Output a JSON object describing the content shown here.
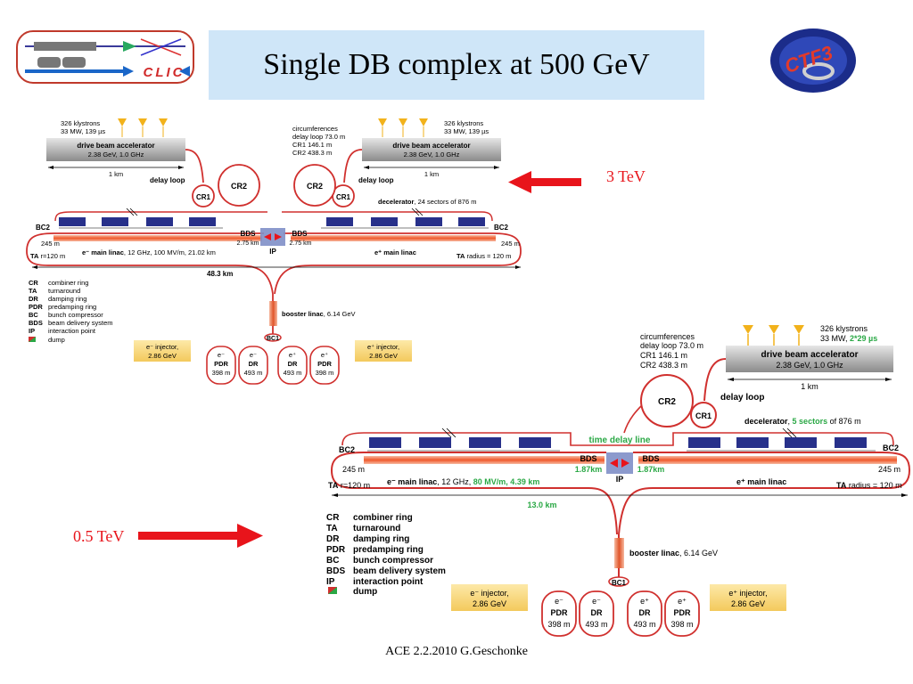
{
  "slide": {
    "title": "Single DB complex at 500 GeV",
    "footer": "ACE 2.2.2010 G.Geschonke",
    "label_3tev": "3 TeV",
    "label_05tev": "0.5 TeV",
    "clic_logo_text": "CLIC",
    "ctf3_logo_text": "CTF3"
  },
  "colors": {
    "accent_red": "#e8141b",
    "title_bg": "#cfe6f8",
    "ring_red": "#d0302e",
    "green": "#2aa845",
    "module_blue": "#27308a",
    "injector_yellow": "#f5d57a"
  },
  "top": {
    "klystrons": "326 klystrons",
    "klystron_power": "33 MW, 139 µs",
    "dba": "drive beam accelerator",
    "dba_params": "2.38 GeV, 1.0 GHz",
    "km": "1 km",
    "delay_loop": "delay loop",
    "cr1": "CR1",
    "cr2": "CR2",
    "circ_head": "circumferences",
    "circ_delay": "delay loop 73.0 m",
    "circ_cr1": "CR1 146.1 m",
    "circ_cr2": "CR2 438.3 m",
    "decelerator_a": "decelerator",
    "decelerator_b": ", 24 sectors of 876 m",
    "bc2": "BC2",
    "bds": "BDS",
    "bds_len": "2.75 km",
    "ip": "IP",
    "m245": "245 m",
    "ta": "TA",
    "ta_r": "r=120 m",
    "emain_a": "e⁻ main linac",
    "emain_b": ", 12 GHz, 100 MV/m, 21.02 km",
    "pmain": "e⁺ main linac",
    "ta_radius": "radius = 120 m",
    "total": "48.3 km",
    "booster_a": "booster linac",
    "booster_b": ", 6.14 GeV",
    "bc1": "BC1",
    "e_inj": "e⁻ injector,",
    "p_inj": "e⁺ injector,",
    "inj_e": "2.86 GeV",
    "e_sym": "e⁻",
    "p_sym": "e⁺",
    "pdr": "PDR",
    "dr": "DR",
    "pdr_len": "398 m",
    "dr_len": "493 m"
  },
  "bottom": {
    "circ_head": "circumferences",
    "circ_delay": "delay loop 73.0 m",
    "circ_cr1": "CR1 146.1 m",
    "circ_cr2": "CR2 438.3 m",
    "klystrons": "326 klystrons",
    "klystron_power_a": "33 MW, ",
    "klystron_power_b": "2*29 µs",
    "dba": "drive beam accelerator",
    "dba_params": "2.38 GeV, 1.0 GHz",
    "km": "1 km",
    "delay_loop": "delay loop",
    "cr1": "CR1",
    "cr2": "CR2",
    "decelerator_a": "decelerator",
    "decelerator_b": "5 sectors",
    "decelerator_c": " of 876 m",
    "time_delay": "time delay line",
    "bc2": "BC2",
    "bds": "BDS",
    "bds_len": "1.87km",
    "ip": "IP",
    "m245": "245 m",
    "ta": "TA",
    "ta_r": "r=120 m",
    "emain_a": "e⁻ main linac",
    "emain_b": ", 12 GHz, ",
    "emain_c": "80 MV/m, 4.39 km",
    "pmain": "e⁺ main linac",
    "ta_radius": "radius = 120 m",
    "total": "13.0 km",
    "booster_a": "booster linac",
    "booster_b": ", 6.14 GeV",
    "bc1": "BC1",
    "e_inj": "e⁻ injector,",
    "p_inj": "e⁺ injector,",
    "inj_e": "2.86 GeV",
    "e_sym": "e⁻",
    "p_sym": "e⁺",
    "pdr": "PDR",
    "dr": "DR",
    "pdr_len": "398 m",
    "dr_len": "493 m"
  },
  "legend": [
    {
      "abbr": "CR",
      "text": "combiner ring"
    },
    {
      "abbr": "TA",
      "text": "turnaround"
    },
    {
      "abbr": "DR",
      "text": "damping ring"
    },
    {
      "abbr": "PDR",
      "text": "predamping ring"
    },
    {
      "abbr": "BC",
      "text": "bunch compressor"
    },
    {
      "abbr": "BDS",
      "text": "beam delivery system"
    },
    {
      "abbr": "IP",
      "text": "interaction point"
    },
    {
      "abbr": "",
      "text": "dump"
    }
  ]
}
